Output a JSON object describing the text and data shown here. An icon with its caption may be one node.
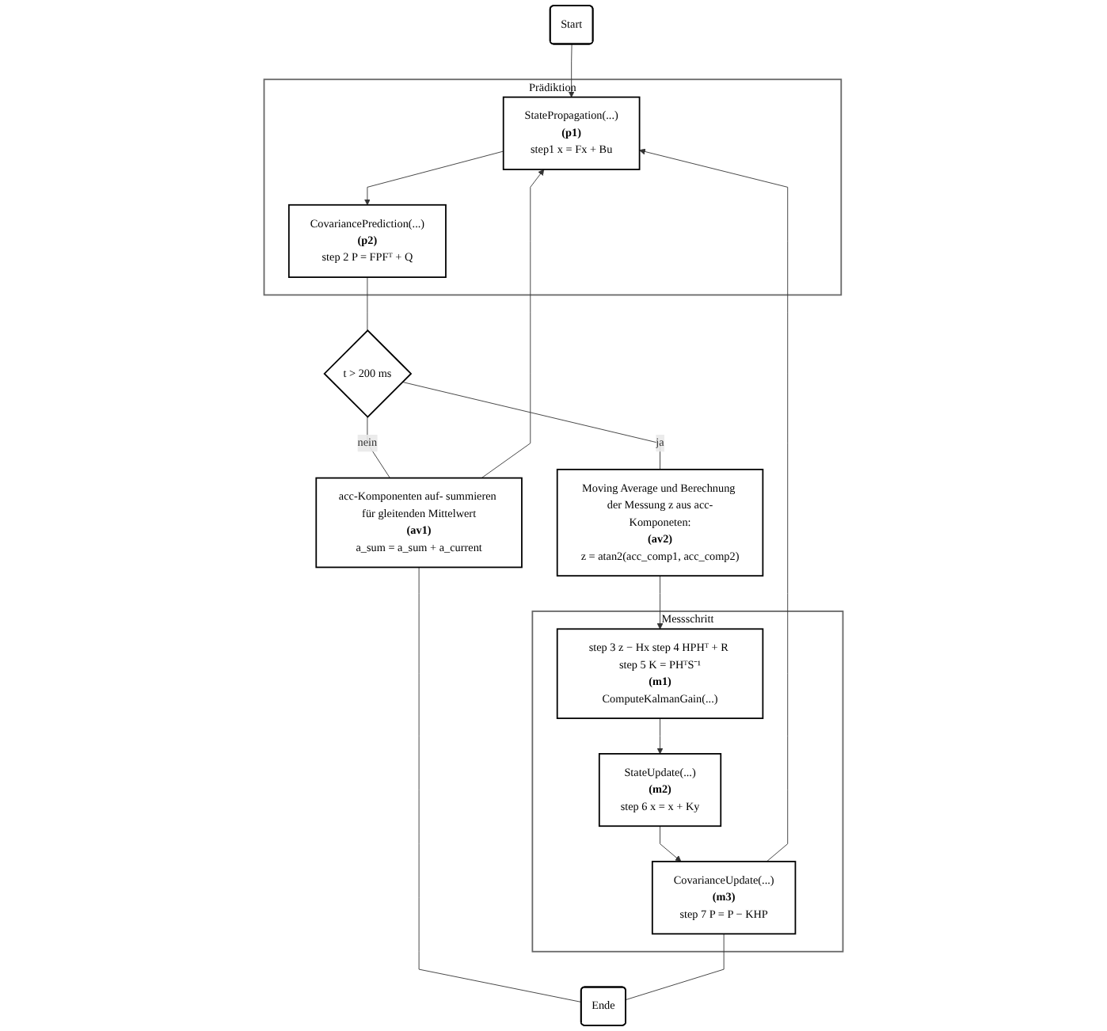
{
  "diagram": {
    "nodes": [
      {
        "text": [
          "Start"
        ]
      },
      {
        "text": [
          "Prädiktion"
        ]
      },
      {
        "text": [
          "StatePropagation(...)",
          "(p1)",
          "step1 x = Fx + Bu"
        ],
        "in": 1
      },
      {
        "text": [
          "CovariancePrediction(...)",
          "(p2)",
          "step 2 P = FPFᵀ + Q"
        ],
        "in": 1
      },
      {
        "text": [
          "t > 200 ms"
        ]
      },
      {
        "text": [
          "acc-Komponenten auf- summieren für gleitenden Mittelwert",
          "(av1)",
          "a_sum = a_sum + a_current"
        ]
      },
      {
        "text": [
          "Moving Average und Berechnung der Messung z aus acc-Komponeten:",
          "(av2)",
          "z = atan2(acc_comp1, acc_comp2)"
        ]
      },
      {
        "text": [
          "Messschritt"
        ]
      },
      {
        "text": [
          "step 3 z − Hx step 4 HPHᵀ + R step 5 K = PHᵀS⁻¹",
          "(m1)",
          "ComputeKalmanGain(...)"
        ],
        "in": 7
      },
      {
        "text": [
          "StateUpdate(...)",
          "(m2)",
          "step 6 x = x + Ky"
        ],
        "in": 7
      },
      {
        "text": [
          "CovarianceUpdate(...)",
          "(m3)",
          "step 7 P = P − KHP"
        ],
        "in": 7
      },
      {
        "text": [
          "Ende"
        ]
      }
    ],
    "edges": [
      {
        "from": 0,
        "to": 2,
        "arrow": "to"
      },
      {
        "from": 2,
        "to": 3,
        "arrow": "to"
      },
      {
        "from": 3,
        "to": 4,
        "arrow": "none"
      },
      {
        "from": 4,
        "to": 6,
        "arrow": "none",
        "label": "ja"
      },
      {
        "from": 4,
        "to": 5,
        "arrow": "none",
        "label": "nein"
      },
      {
        "from": 6,
        "to": 8,
        "arrow": "to"
      },
      {
        "from": 8,
        "to": 9,
        "arrow": "to"
      },
      {
        "from": 9,
        "to": 10,
        "arrow": "to"
      },
      {
        "from": 5,
        "to": 2,
        "arrow": "to"
      },
      {
        "from": 10,
        "to": 2,
        "arrow": "to"
      },
      {
        "from": 5,
        "to": 11,
        "arrow": "none"
      },
      {
        "from": 10,
        "to": 11,
        "arrow": "none"
      }
    ]
  }
}
